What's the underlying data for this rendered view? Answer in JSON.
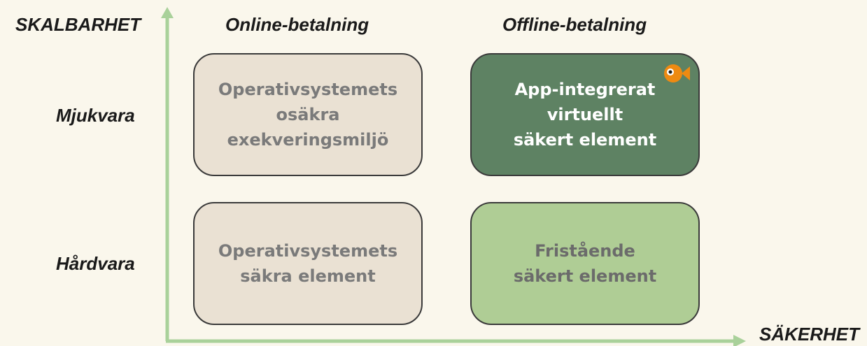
{
  "axes": {
    "y_label": "SKALBARHET",
    "x_label": "SÄKERHET"
  },
  "columns": [
    "Online-betalning",
    "Offline-betalning"
  ],
  "rows": [
    "Mjukvara",
    "Hårdvara"
  ],
  "boxes": {
    "os_unsafe": "Operativsystemets\nosäkra\nexekveringsmiljö",
    "app_integrated": "App-integrerat\nvirtuellt\nsäkert element",
    "os_safe": "Operativsystemets\nsäkra element",
    "standalone": "Fristående\nsäkert element"
  },
  "icon": "fish-logo-icon",
  "colors": {
    "background": "#FAF7EC",
    "axis": "#A9D19A",
    "box_beige": "#EAE1D3",
    "box_dark_green": "#5E8263",
    "box_light_green": "#AFCD95",
    "fish": "#EE8A12"
  }
}
